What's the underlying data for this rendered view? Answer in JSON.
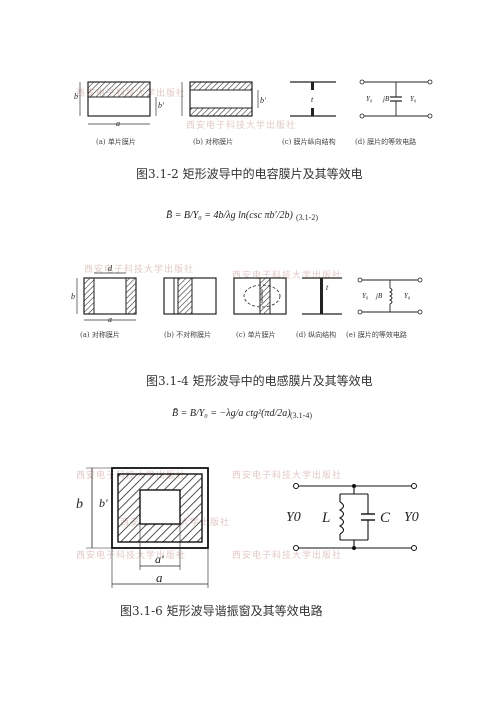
{
  "figure1": {
    "sub_a": "(a) 单片膜片",
    "sub_b": "(b) 对称膜片",
    "sub_c": "(c) 膜片纵向结构",
    "sub_d": "(d) 膜片的等效电路",
    "caption": "图3.1-2    矩形波导中的电容膜片及其等效电",
    "labels": {
      "b": "b",
      "b_prime": "b'",
      "a": "a",
      "t": "t",
      "y0": "Y₀",
      "jb": "jB"
    }
  },
  "equation1": {
    "lhs": "B̄ = B/Y₀ = 4b/λg ln(csc πb′/2b)",
    "number": "(3.1-2)"
  },
  "figure2": {
    "sub_a": "(a) 对称膜片",
    "sub_b": "(b) 不对称膜片",
    "sub_c": "(c) 单片膜片",
    "sub_d": "(d) 纵向结构",
    "sub_e": "(e) 膜片的等效电路",
    "caption": "图3.1-4    矩形波导中的电感膜片及其等效电",
    "labels": {
      "d": "d",
      "b": "b",
      "a": "a",
      "t": "t",
      "y0": "Y₀",
      "jb": "jB"
    }
  },
  "equation2": {
    "lhs": "B̄ = B/Y₀ = −λg/a ctg²(πd/2a)",
    "number": "(3.1-4)"
  },
  "figure3": {
    "caption": "图3.1-6    矩形波导谐振窗及其等效电路",
    "labels": {
      "b": "b",
      "b_prime": "b′",
      "a": "a",
      "a_prime": "a′",
      "y0_left": "Y0",
      "l": "L",
      "c": "C",
      "y0_right": "Y0"
    }
  },
  "watermark": "西安电子科技大学出版社"
}
